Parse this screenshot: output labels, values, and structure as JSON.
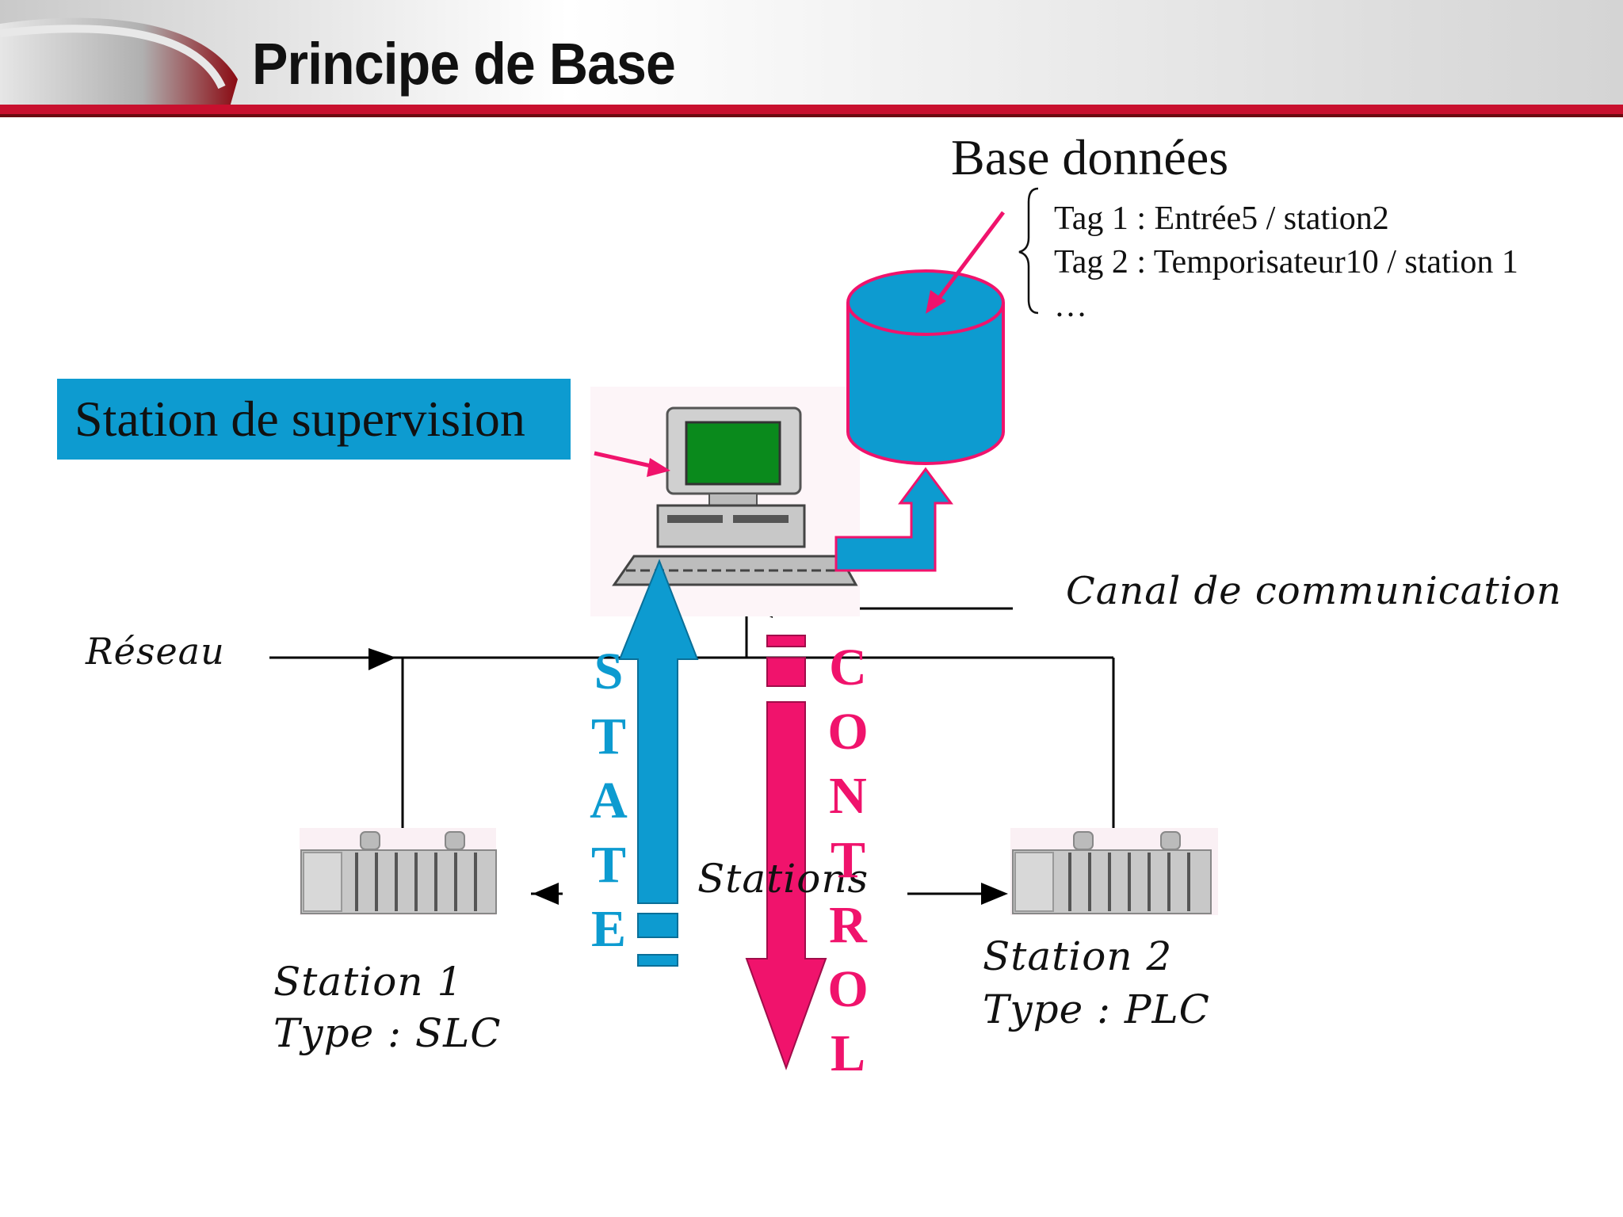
{
  "header": {
    "title": "Principe de Base"
  },
  "database": {
    "title": "Base données",
    "tags": [
      "Tag 1 : Entrée5 / station2",
      "Tag 2 : Temporisateur10 / station 1",
      "…"
    ]
  },
  "supervision_label": "Station de supervision",
  "channel_label": "Canal de communication",
  "network_label": "Réseau",
  "stations_label": "Stations",
  "station1": {
    "name": "Station 1",
    "type": "Type : SLC"
  },
  "station2": {
    "name": "Station 2",
    "type": "Type : PLC"
  },
  "state_letters": [
    "S",
    "T",
    "A",
    "T",
    "E"
  ],
  "control_letters": [
    "C",
    "O",
    "N",
    "T",
    "R",
    "O",
    "L"
  ],
  "colors": {
    "accent_blue": "#0d9bd0",
    "accent_pink": "#f0136c",
    "header_red": "#c8102e"
  }
}
